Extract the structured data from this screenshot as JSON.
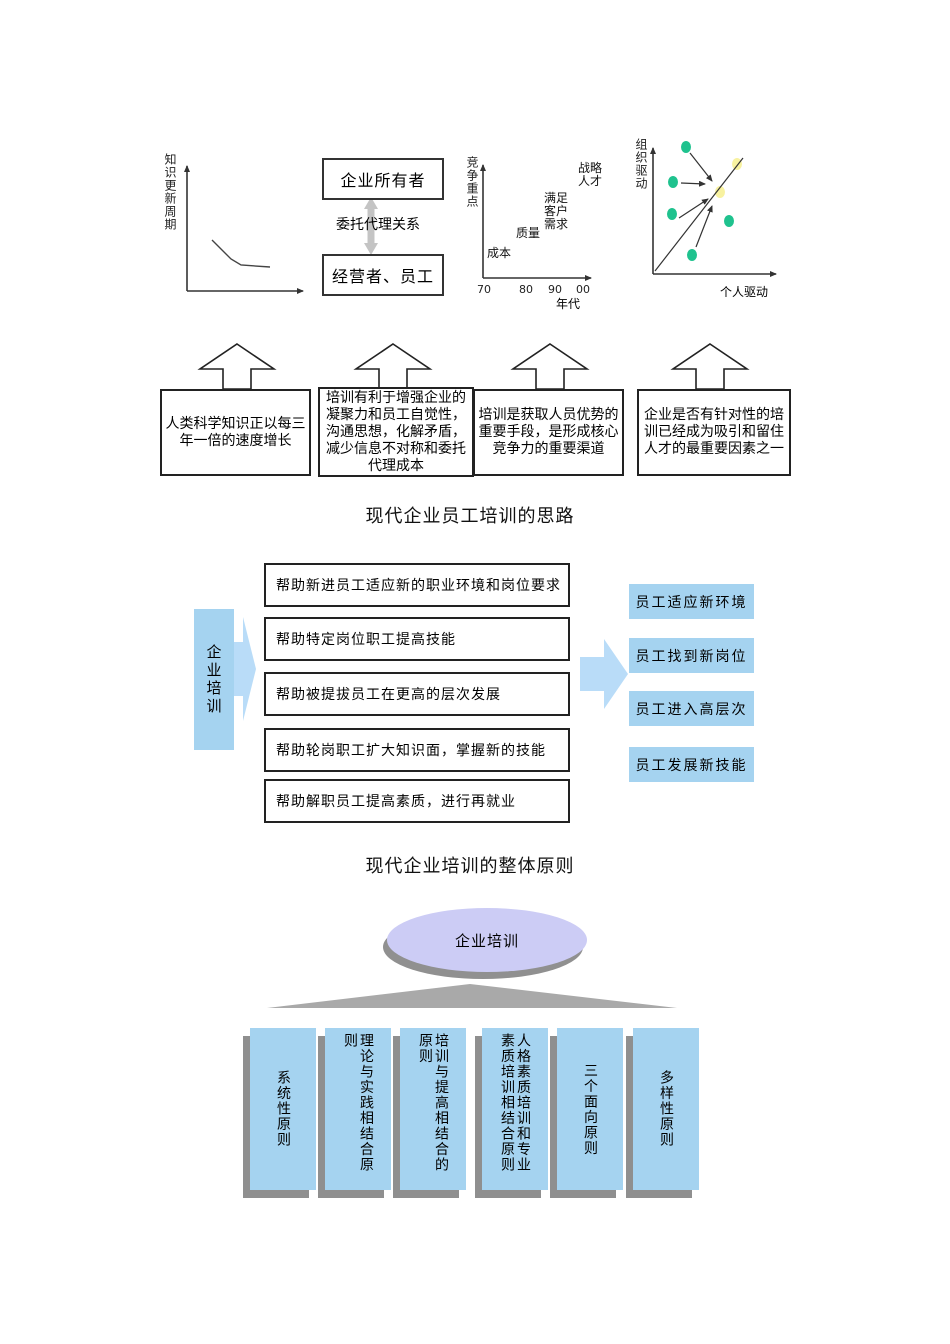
{
  "colors": {
    "box_blue": "#a5d3f0",
    "arrow_blue": "#b9dcf8",
    "ellipse_lavender": "#ccccf5",
    "shadow_gray": "#8f8f8f",
    "fan_gray": "#a9a9a9",
    "dot_green": "#1fc28e",
    "dot_yellow": "#f8f2a0",
    "agency_arrow_gray": "#c4c4c4"
  },
  "top": {
    "chart1": {
      "ylabel": "知识更新周期"
    },
    "agency": {
      "owner": "企业所有者",
      "relation": "委托代理关系",
      "managers": "经营者、员工"
    },
    "chart2": {
      "ylabel": "竞争重点",
      "xlabel": "年代",
      "ticks": [
        "70",
        "80",
        "90",
        "00"
      ],
      "labels": [
        "成本",
        "质量",
        "满足客户需求",
        "战略人才"
      ]
    },
    "chart3": {
      "ylabel": "组织驱动",
      "xlabel": "个人驱动"
    }
  },
  "reasons": [
    "人类科学知识正以每三年一倍的速度增长",
    "培训有利于增强企业的凝聚力和员工自觉性，沟通思想，化解矛盾，减少信息不对称和委托代理成本",
    "培训是获取人员优势的重要手段，是形成核心竞争力的重要渠道",
    "企业是否有针对性的培训已经成为吸引和留住人才的最重要因素之一"
  ],
  "section1_title": "现代企业员工培训的思路",
  "training_flow": {
    "source": "企业培训",
    "purposes": [
      "帮助新进员工适应新的职业环境和岗位要求",
      "帮助特定岗位职工提高技能",
      "帮助被提拔员工在更高的层次发展",
      "帮助轮岗职工扩大知识面，掌握新的技能",
      "帮助解职员工提高素质，进行再就业"
    ],
    "outcomes": [
      "员工适应新环境",
      "员工找到新岗位",
      "员工进入高层次",
      "员工发展新技能"
    ]
  },
  "section2_title": "现代企业培训的整体原则",
  "principles_diagram": {
    "root": "企业培训",
    "principles": [
      "系统性原则",
      "理论与实践相结合原则",
      "培训与提高相结合的原则",
      "人格素质培训和专业素质培训相结合原则",
      "三个面向原则",
      "多样性原则"
    ]
  }
}
